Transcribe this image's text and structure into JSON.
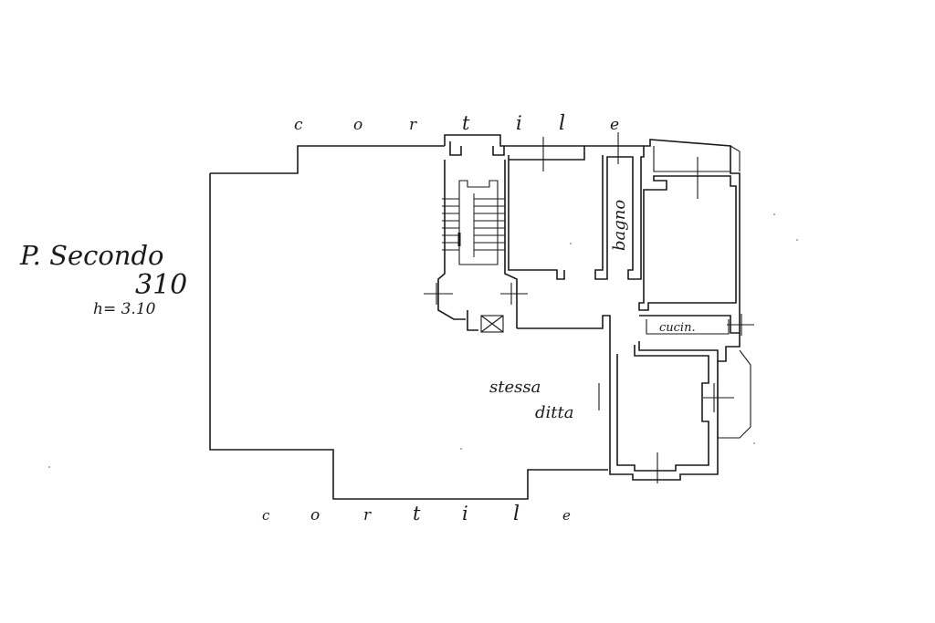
{
  "labels": {
    "floor": "P. Secondo",
    "sheet_number": "310",
    "height": "h= 3.10",
    "courtyard_top": [
      "c",
      "o",
      "r",
      "t",
      "i",
      "l",
      "e"
    ],
    "courtyard_bottom": [
      "c",
      "o",
      "r",
      "t",
      "i",
      "l",
      "e"
    ],
    "room_bath": "bagno",
    "room_kitchen": "cucin.",
    "same_owner_line1": "stessa",
    "same_owner_line2": "ditta"
  },
  "colors": {
    "ink": "#1a1a1a",
    "paper": "#ffffff"
  }
}
